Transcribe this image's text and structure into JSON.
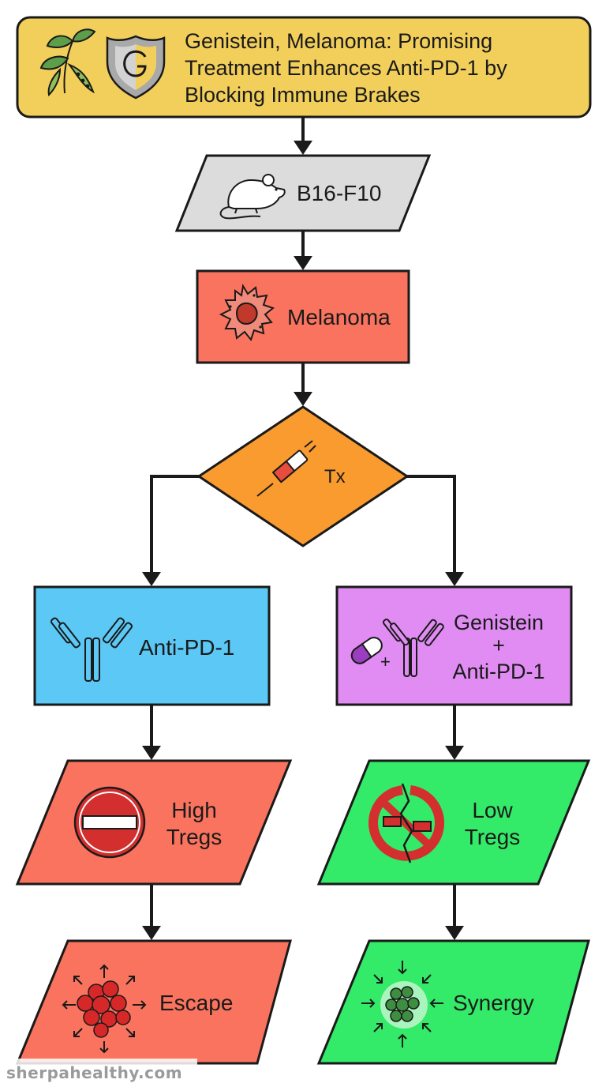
{
  "title": {
    "line1": "Genistein, Melanoma: Promising",
    "line2": "Treatment Enhances Anti-PD-1 by",
    "line3": "Blocking Immune Brakes",
    "icons": [
      "soybean-plant-icon",
      "shield-g-icon"
    ]
  },
  "nodes": {
    "model": {
      "label": "B16-F10",
      "icon": "mouse-icon"
    },
    "disease": {
      "label": "Melanoma",
      "icon": "cancer-cell-icon"
    },
    "decision": {
      "label": "Tx",
      "icon": "syringe-icon"
    },
    "left_branch": {
      "label": "Anti-PD-1",
      "icon": "antibody-icon"
    },
    "right_branch": {
      "line1": "Genistein",
      "line2": "+",
      "line3": "Anti-PD-1",
      "icon": "pill-plus-antibody-icon"
    },
    "left_tregs": {
      "line1": "High",
      "line2": "Tregs",
      "icon": "no-entry-icon"
    },
    "right_tregs": {
      "line1": "Low",
      "line2": "Tregs",
      "icon": "broken-no-entry-icon"
    },
    "left_outcome": {
      "label": "Escape",
      "icon": "tumor-spreading-icon"
    },
    "right_outcome": {
      "label": "Synergy",
      "icon": "tumor-contracting-icon"
    }
  },
  "colors": {
    "title_bg": "#F2CF5B",
    "model_bg": "#DCDCDC",
    "disease_bg": "#F9735E",
    "decision_bg": "#F99B2E",
    "left_branch_bg": "#5BC8F5",
    "right_branch_bg": "#E08CF2",
    "red_bg": "#F9735E",
    "green_bg": "#33EA69",
    "stroke": "#1a1a1a"
  },
  "watermark": "sherpahealthy.com"
}
